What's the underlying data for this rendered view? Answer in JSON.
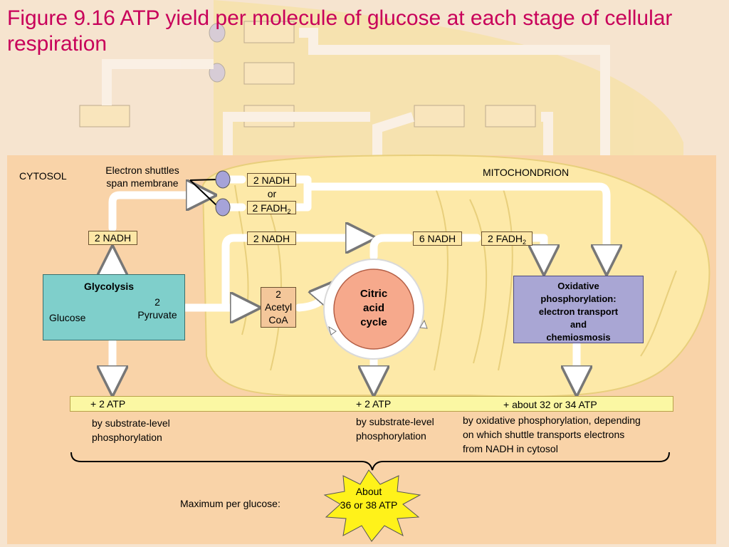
{
  "title": "Figure 9.16 ATP yield per molecule of glucose at each stage of cellular respiration",
  "regions": {
    "cytosol": "CYTOSOL",
    "mitochondrion": "MITOCHONDRION"
  },
  "shuttle_label_line1": "Electron shuttles",
  "shuttle_label_line2": "span membrane",
  "shuttle_nadh": "2 NADH",
  "shuttle_or": "or",
  "shuttle_fadh": "2 FADH",
  "shuttle_fadh_sub": "2",
  "glycolysis_nadh": "2 NADH",
  "pyruvate_nadh": "2 NADH",
  "cycle_nadh": "6 NADH",
  "cycle_fadh": "2 FADH",
  "cycle_fadh_sub": "2",
  "glycolysis": {
    "title": "Glycolysis",
    "glucose": "Glucose",
    "pyruvate_count": "2",
    "pyruvate": "Pyruvate"
  },
  "acetyl": {
    "line1": "2",
    "line2": "Acetyl",
    "line3": "CoA"
  },
  "citric": {
    "line1": "Citric",
    "line2": "acid",
    "line3": "cycle"
  },
  "oxidative": {
    "line1": "Oxidative",
    "line2": "phosphorylation:",
    "line3": "electron transport",
    "line4": "and",
    "line5": "chemiosmosis"
  },
  "atp": {
    "glycolysis": "+ 2 ATP",
    "citric": "+ 2 ATP",
    "oxidative": "+ about 32 or 34 ATP"
  },
  "notes": {
    "glycolysis_line1": "by substrate-level",
    "glycolysis_line2": "phosphorylation",
    "citric_line1": "by substrate-level",
    "citric_line2": "phosphorylation",
    "oxidative_line1": "by oxidative phosphorylation, depending",
    "oxidative_line2": "on which shuttle transports electrons",
    "oxidative_line3": "from NADH in cytosol"
  },
  "maximum_label": "Maximum per glucose:",
  "total": {
    "line1": "About",
    "line2": "36 or 38 ATP"
  },
  "colors": {
    "title": "#c8005a",
    "cytosol_bg": "#f9d3a8",
    "mitochondrion": "#fde9a8",
    "glycolysis_box": "#7fcfcb",
    "citric_cycle": "#f6a98c",
    "oxidative_box": "#a9a6d4",
    "atp_bar": "#fbf7a3",
    "starburst": "#fff21a"
  }
}
